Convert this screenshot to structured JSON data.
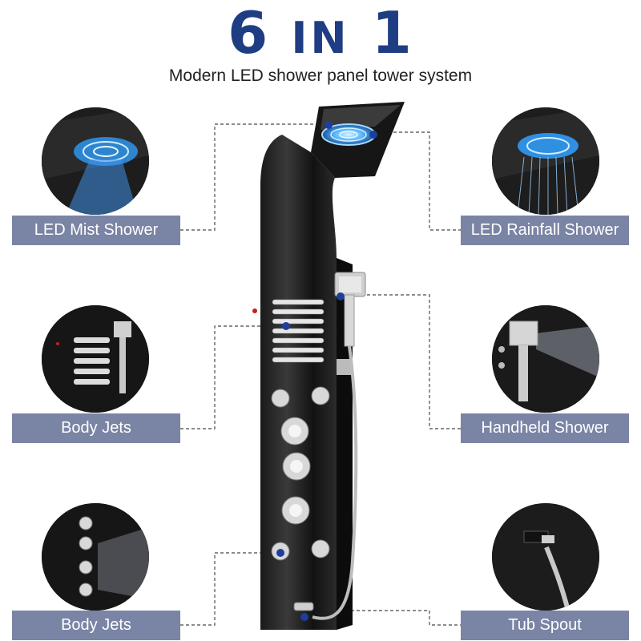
{
  "header": {
    "title_number": "6",
    "title_in": "IN",
    "title_number2": "1",
    "subtitle": "Modern LED shower panel tower system"
  },
  "features": {
    "led_mist_shower": "LED Mist Shower",
    "led_rainfall_shower": "LED Rainfall Shower",
    "body_jets_1": "Body Jets",
    "handheld_shower": "Handheld Shower",
    "body_jets_2": "Body Jets",
    "tub_spout": "Tub Spout"
  },
  "colors": {
    "title": "#1f3d82",
    "label_bg": "#7a84a5",
    "marker": "#1f3d9c",
    "led": "#4fb2ff"
  }
}
